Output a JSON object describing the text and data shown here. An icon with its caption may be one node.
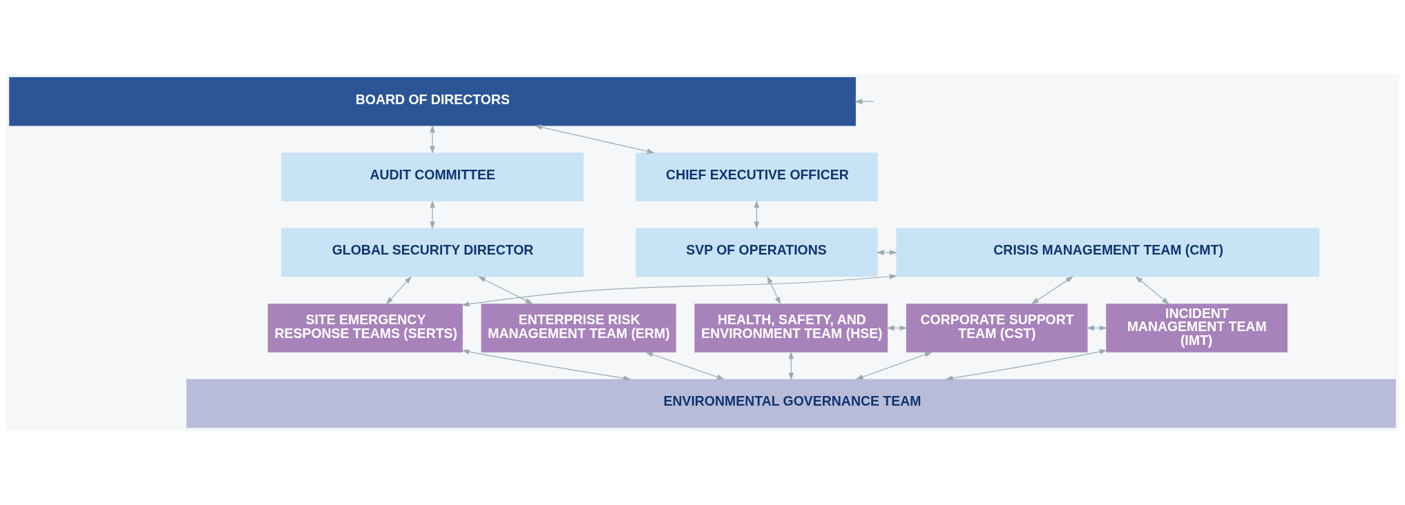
{
  "diagram": {
    "nodes": [
      {
        "text": [
          "BOARD OF DIRECTORS"
        ]
      },
      {
        "text": [
          "CHIEF EXECUTIVE OFFICER"
        ]
      },
      {
        "text": [
          "AUDIT COMMITTEE"
        ]
      },
      {
        "text": [
          "SVP OF OPERATIONS"
        ]
      },
      {
        "text": [
          "CRISIS MANAGEMENT TEAM (CMT)"
        ]
      },
      {
        "text": [
          "GLOBAL SECURITY DIRECTOR"
        ]
      },
      {
        "text": [
          "HEALTH, SAFETY, AND ENVIRONMENT TEAM (HSE)"
        ]
      },
      {
        "text": [
          "CORPORATE SUPPORT TEAM (CST)"
        ]
      },
      {
        "text": [
          "INCIDENT MANAGEMENT TEAM (IMT)"
        ]
      },
      {
        "text": [
          "SITE EMERGENCY RESPONSE TEAMS (SERTS)"
        ]
      },
      {
        "text": [
          "ENTERPRISE RISK MANAGEMENT TEAM (ERM)"
        ]
      },
      {
        "text": [
          "ENVIRONMENTAL GOVERNANCE TEAM"
        ]
      }
    ],
    "edges": [
      {
        "from": 1,
        "to": 0,
        "arrow": "both"
      },
      {
        "from": null,
        "to": 0,
        "arrow": "to"
      },
      {
        "from": 0,
        "to": 2,
        "arrow": "both"
      },
      {
        "from": 2,
        "to": 5,
        "arrow": "both"
      },
      {
        "from": 1,
        "to": 3,
        "arrow": "both"
      },
      {
        "from": 3,
        "to": 4,
        "arrow": "both"
      },
      {
        "from": 3,
        "to": 6,
        "arrow": "both"
      },
      {
        "from": 4,
        "to": 7,
        "arrow": "both"
      },
      {
        "from": 8,
        "to": 4,
        "arrow": "both"
      },
      {
        "from": 9,
        "to": 4,
        "arrow": "both"
      },
      {
        "from": 6,
        "to": 7,
        "arrow": "both"
      },
      {
        "from": 7,
        "to": 8,
        "arrow": "both"
      },
      {
        "from": 5,
        "to": 9,
        "arrow": "both"
      },
      {
        "from": 5,
        "to": 10,
        "arrow": "both"
      },
      {
        "from": 6,
        "to": 11,
        "arrow": "both"
      },
      {
        "from": 7,
        "to": 11,
        "arrow": "both"
      },
      {
        "from": 8,
        "to": 11,
        "arrow": "both"
      },
      {
        "from": 9,
        "to": 11,
        "arrow": "both"
      },
      {
        "from": 10,
        "to": 11,
        "arrow": "both"
      }
    ]
  }
}
